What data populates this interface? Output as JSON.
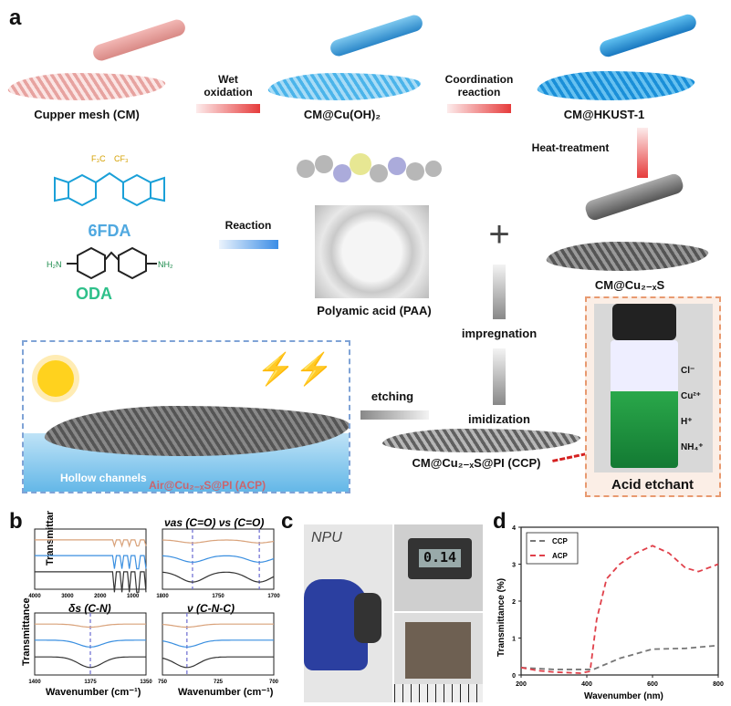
{
  "panel_labels": {
    "a": "a",
    "b": "b",
    "c": "c",
    "d": "d"
  },
  "scheme": {
    "cm": "Cupper mesh (CM)",
    "step1": "Wet oxidation",
    "cuoh": "CM@Cu(OH)₂",
    "step2": "Coordination reaction",
    "hkust": "CM@HKUST-1",
    "step3": "Heat-treatment",
    "cus": "CM@Cu₂₋ₓS",
    "fdalabel": "6FDA",
    "odalabel": "ODA",
    "cf3a": "F₃C",
    "cf3b": "CF₃",
    "h2n": "H₂N",
    "nh2": "NH₂",
    "reaction": "Reaction",
    "paa": "Polyamic acid (PAA)",
    "plus": "+",
    "impregnation": "impregnation",
    "imidization": "imidization",
    "etching": "etching",
    "ccp": "CM@Cu₂₋ₓS@PI (CCP)",
    "acid": "Acid etchant",
    "ions": [
      "Cl⁻",
      "Cu²⁺",
      "H⁺",
      "NH₄⁺"
    ],
    "hollow": "Hollow channels",
    "acp": "Air@Cu₂₋ₓS@PI (ACP)"
  },
  "photo_c": {
    "npu": "NPU",
    "caliper": "0.14"
  },
  "chart_data": [
    {
      "type": "line",
      "title": "",
      "ylabel": "Transmittance",
      "xlabel": "",
      "xlim": [
        4000,
        600
      ],
      "xticks": [
        "4000",
        "3000",
        "2000",
        "1000"
      ],
      "series_colors": [
        "#d9a27a",
        "#3a8fe0",
        "#333333"
      ]
    },
    {
      "type": "line",
      "title": "νas (C=O)   νs (C=O)",
      "ylabel": "",
      "xlim": [
        1800,
        1700
      ],
      "xticks": [
        "1800",
        "1750",
        "1700"
      ],
      "markers": [
        1773,
        1713
      ]
    },
    {
      "type": "line",
      "title": "δs (C-N)",
      "ylabel": "Transmittance",
      "xlabel": "Wavenumber (cm⁻¹)",
      "xlim": [
        1400,
        1350
      ],
      "xticks": [
        "1400",
        "1375",
        "1350"
      ],
      "markers": [
        1375
      ]
    },
    {
      "type": "line",
      "title": "ν (C-N-C)",
      "xlabel": "Wavenumber (cm⁻¹)",
      "xlim": [
        750,
        700
      ],
      "xticks": [
        "750",
        "725",
        "700"
      ],
      "markers": [
        739
      ]
    },
    {
      "type": "line",
      "title": "",
      "xlabel": "Wavenumber (nm)",
      "ylabel": "Transmittance (%)",
      "xlim": [
        200,
        800
      ],
      "ylim": [
        0,
        4
      ],
      "xticks": [
        "200",
        "400",
        "600",
        "800"
      ],
      "yticks": [
        "0",
        "1",
        "2",
        "3",
        "4"
      ],
      "series": [
        {
          "name": "CCP",
          "color": "#777777",
          "x": [
            200,
            300,
            400,
            420,
            500,
            600,
            700,
            800
          ],
          "y": [
            0.2,
            0.15,
            0.15,
            0.15,
            0.45,
            0.7,
            0.72,
            0.8
          ]
        },
        {
          "name": "ACP",
          "color": "#e0404a",
          "x": [
            200,
            250,
            300,
            380,
            410,
            430,
            460,
            500,
            550,
            600,
            650,
            700,
            740,
            800
          ],
          "y": [
            0.2,
            0.12,
            0.08,
            0.05,
            0.1,
            1.5,
            2.6,
            3.0,
            3.3,
            3.5,
            3.3,
            2.9,
            2.8,
            3.0
          ]
        }
      ],
      "legend": "top-left"
    }
  ]
}
